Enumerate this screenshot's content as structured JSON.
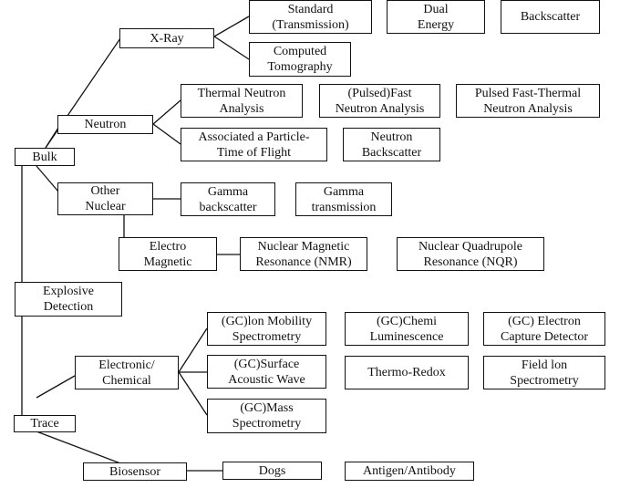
{
  "nodes": {
    "explosive_detection": [
      "Explosive",
      "Detection"
    ],
    "bulk": [
      "Bulk"
    ],
    "trace": [
      "Trace"
    ],
    "xray": [
      "X-Ray"
    ],
    "neutron": [
      "Neutron"
    ],
    "other_nuclear": [
      "Other",
      "Nuclear"
    ],
    "electro_magnetic": [
      "Electro",
      "Magnetic"
    ],
    "standard_transmission": [
      "Standard",
      "(Transmission)"
    ],
    "dual_energy": [
      "Dual",
      "Energy"
    ],
    "backscatter": [
      "Backscatter"
    ],
    "computed_tomography": [
      "Computed",
      "Tomography"
    ],
    "thermal_neutron_analysis": [
      "Thermal Neutron",
      "Analysis"
    ],
    "pulsed_fast_neutron_analysis": [
      "(Pulsed)Fast",
      "Neutron Analysis"
    ],
    "pulsed_fast_thermal_neutron_analysis": [
      "Pulsed Fast-Thermal",
      "Neutron Analysis"
    ],
    "associated_particle_tof": [
      "Associated a Particle-",
      "Time of Flight"
    ],
    "neutron_backscatter": [
      "Neutron",
      "Backscatter"
    ],
    "gamma_backscatter": [
      "Gamma",
      "backscatter"
    ],
    "gamma_transmission": [
      "Gamma",
      "transmission"
    ],
    "nmr": [
      "Nuclear Magnetic",
      "Resonance (NMR)"
    ],
    "nqr": [
      "Nuclear Quadrupole",
      "Resonance (NQR)"
    ],
    "electronic_chemical": [
      "Electronic/",
      "Chemical"
    ],
    "gc_ion_mobility": [
      "(GC)lon Mobility",
      "Spectrometry"
    ],
    "gc_chemi_luminescence": [
      "(GC)Chemi",
      "Luminescence"
    ],
    "gc_electron_capture": [
      "(GC) Electron",
      "Capture Detector"
    ],
    "gc_surface_acoustic": [
      "(GC)Surface",
      "Acoustic Wave"
    ],
    "thermo_redox": [
      "Thermo-Redox"
    ],
    "field_ion_spectrometry": [
      "Field lon",
      "Spectrometry"
    ],
    "gc_mass_spectrometry": [
      "(GC)Mass",
      "Spectrometry"
    ],
    "biosensor": [
      "Biosensor"
    ],
    "dogs": [
      "Dogs"
    ],
    "antigen_antibody": [
      "Antigen/Antibody"
    ]
  }
}
